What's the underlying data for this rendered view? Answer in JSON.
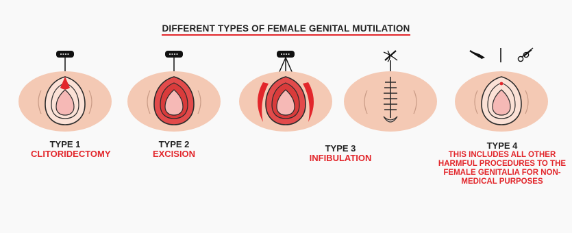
{
  "title": "DIFFERENT TYPES OF FEMALE GENITAL MUTILATION",
  "colors": {
    "accent": "#e2262b",
    "skin": "#f4c9b4",
    "inner": "#f6b9b6",
    "text": "#222222"
  },
  "types": [
    {
      "label": "TYPE 1",
      "desc": "CLITORIDECTOMY",
      "icon": "razor-blade-icon"
    },
    {
      "label": "TYPE 2",
      "desc": "EXCISION",
      "icon": "razor-blade-icon"
    },
    {
      "label": "TYPE 3",
      "desc": "INFIBULATION",
      "icon": "razor-blade-icon"
    },
    {
      "label": "TYPE 4",
      "desc": "THIS INCLUDES ALL OTHER HARMFUL PROCEDURES TO THE FEMALE GENITALIA FOR NON-MEDICAL PURPOSES",
      "icon": "scalpel-and-scissors-icon"
    }
  ],
  "type3_second_icon": "needle-and-thread-icon"
}
